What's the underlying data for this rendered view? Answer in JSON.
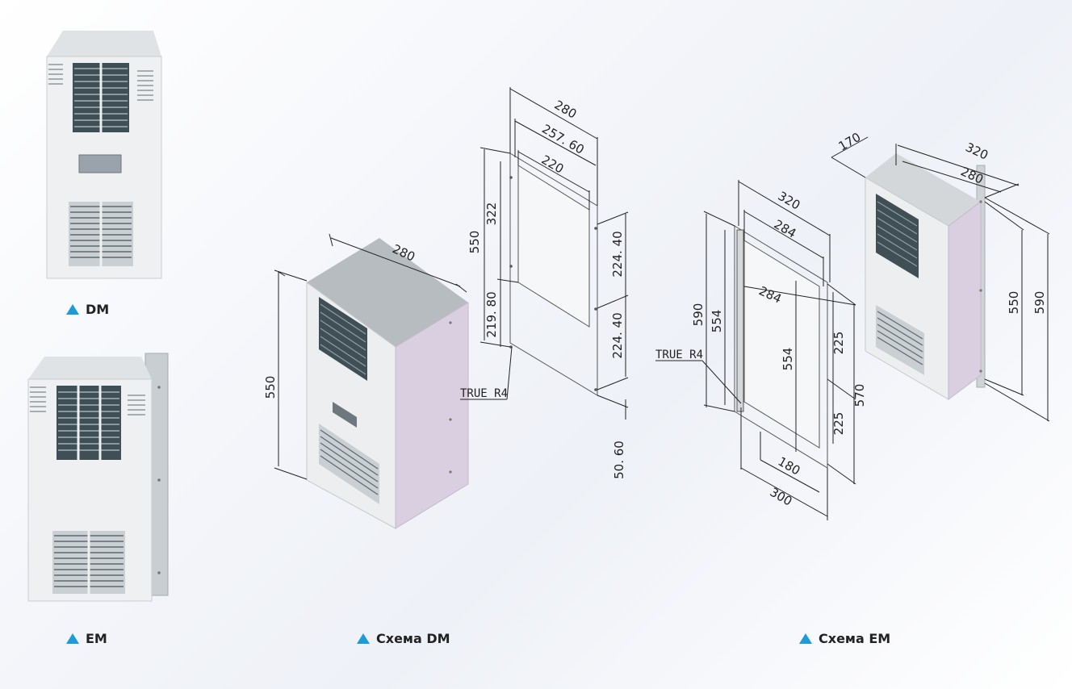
{
  "captions": {
    "dm": "DM",
    "em": "EM",
    "scheme_dm": "Схема DM",
    "scheme_em": "Схема EM"
  },
  "colors": {
    "accent_triangle": "#1e9bd7",
    "unit_body": "#eef0f2",
    "unit_side": "#d9cfe0",
    "grille": "#3f4f55"
  },
  "scheme_dm": {
    "unit_dims": {
      "width_280": "280",
      "height_550": "550"
    },
    "plate_dims": {
      "d280": "280",
      "d257_60": "257. 60",
      "d220": "220",
      "d550": "550",
      "d322": "322",
      "d219_80": "219. 80",
      "d224_40_top": "224. 40",
      "d224_40_bottom": "224. 40",
      "d50_60": "50. 60",
      "radius": "TRUE R4"
    }
  },
  "scheme_em": {
    "plate_dims": {
      "d320": "320",
      "d284_top": "284",
      "d284_inner": "284",
      "d590": "590",
      "d554_left": "554",
      "d554_center": "554",
      "d225_top": "225",
      "d225_bottom": "225",
      "d570": "570",
      "d180": "180",
      "d300": "300",
      "radius": "TRUE R4"
    },
    "unit_dims": {
      "d170": "170",
      "d320": "320",
      "d280": "280",
      "d550": "550",
      "d590": "590"
    }
  }
}
